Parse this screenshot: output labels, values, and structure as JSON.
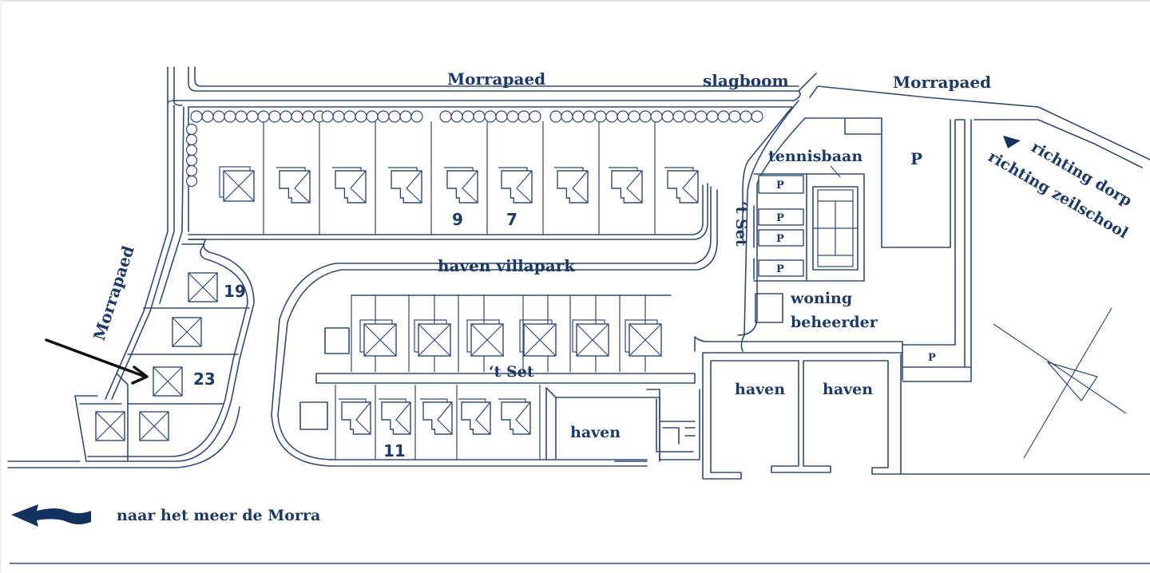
{
  "map": {
    "colors": {
      "line": "#2f4a78",
      "text": "#1d3a66",
      "arrow": "#13325f",
      "pointer": "#111111"
    },
    "labels": {
      "road_top_left": "Morrapaed",
      "road_top_right": "Morrapaed",
      "road_left": "Morrapaed",
      "barrier": "slagboom",
      "tennis": "tennisbaan",
      "parking_large": "P",
      "parking_small": "P",
      "street_vertical": "‘t Set",
      "street_horizontal": "‘t Set",
      "villapark": "haven villapark",
      "manager_line1": "woning",
      "manager_line2": "beheerder",
      "harbor_1": "haven",
      "harbor_2": "haven",
      "harbor_3": "haven",
      "direction_village": "richting dorp",
      "direction_sailing": "richting zeilschool",
      "to_lake": "naar het meer de Morra"
    },
    "parking_spots": [
      "P",
      "P",
      "P",
      "P"
    ],
    "house_numbers": {
      "n9": "9",
      "n7": "7",
      "n19": "19",
      "n23": "23",
      "n11": "11"
    },
    "icons": {
      "pointer_arrow": "arrow-pointer-icon",
      "lake_arrow": "wavy-arrow-left-icon",
      "direction_triangle": "triangle-pointer-icon",
      "compass": "compass-rose-icon",
      "tennis_court": "tennis-court-icon"
    }
  }
}
